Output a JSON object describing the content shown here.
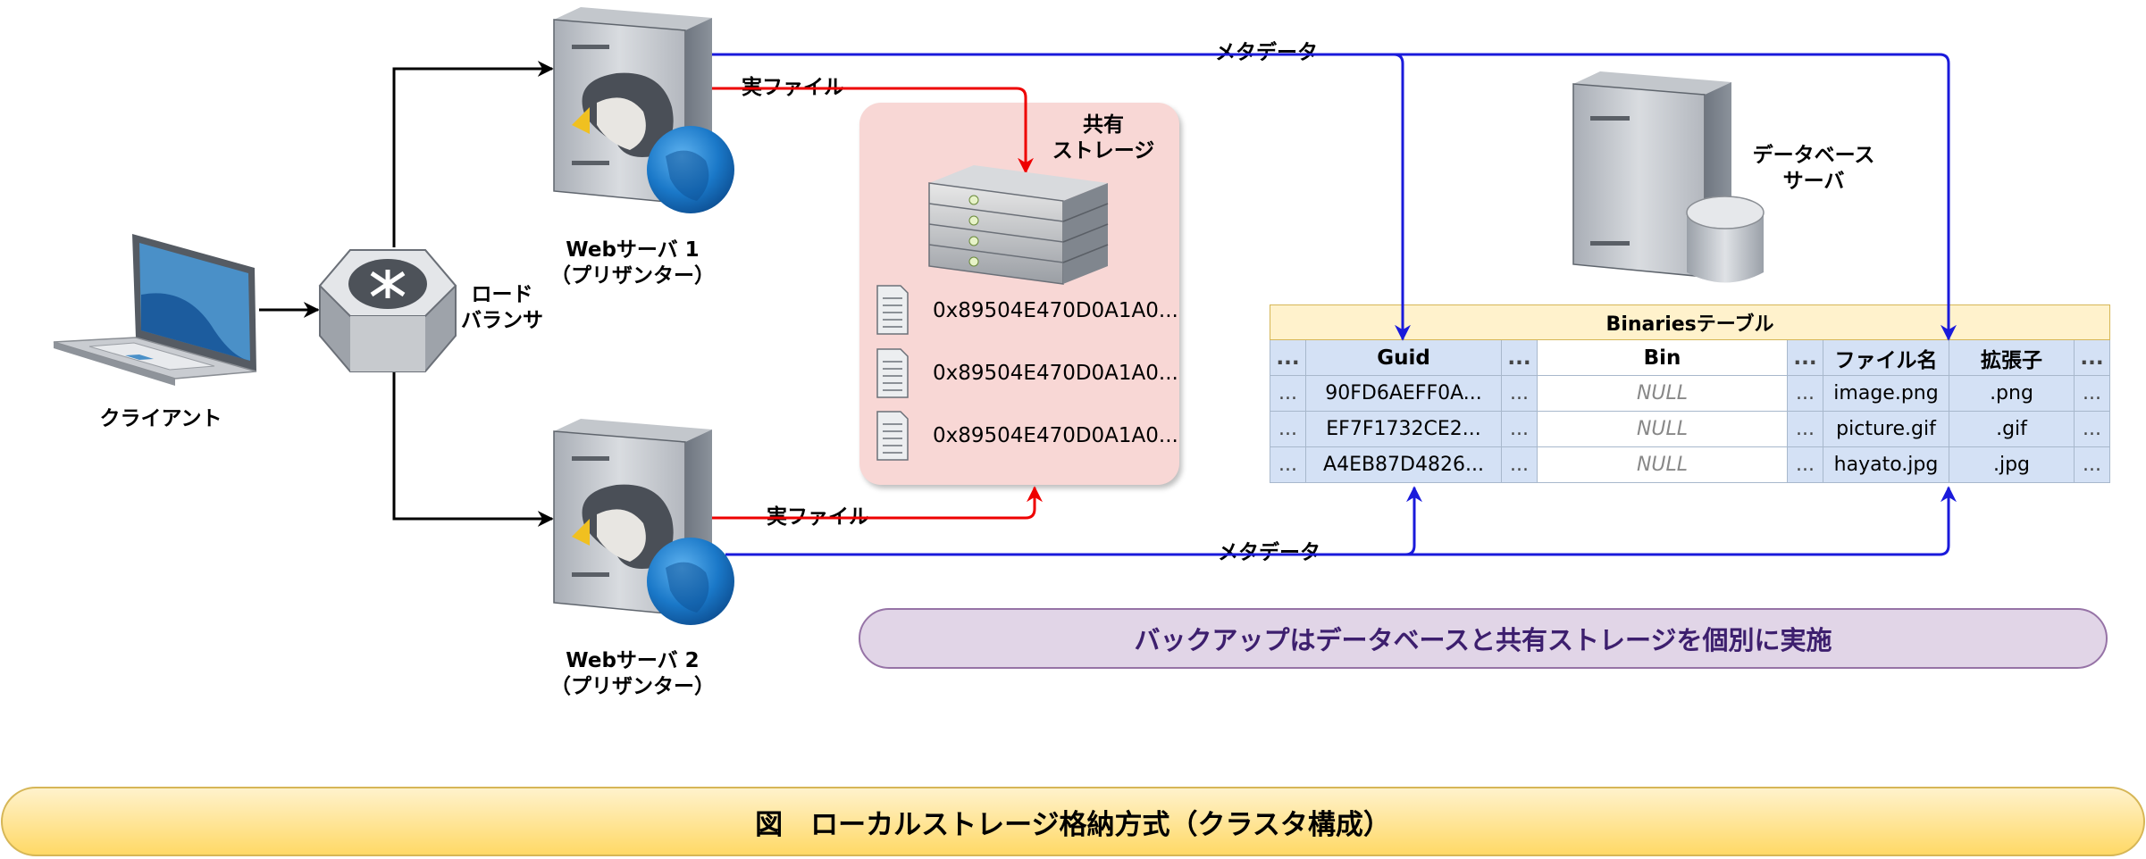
{
  "diagram": {
    "client_label": "クライアント",
    "load_balancer_label": "ロード\nバランサ",
    "web1_label": "Webサーバ 1\n（プリザンター）",
    "web2_label": "Webサーバ 2\n（プリザンター）",
    "storage_label": "共有\nストレージ",
    "db_label": "データベース\nサーバ",
    "edges": {
      "real_file_1": "実ファイル",
      "real_file_2": "実ファイル",
      "metadata_1": "メタデータ",
      "metadata_2": "メタデータ"
    },
    "stored_files": [
      "0x89504E470D0A1A0...",
      "0x89504E470D0A1A0...",
      "0x89504E470D0A1A0..."
    ],
    "note": "バックアップはデータベースと共有ストレージを個別に実施",
    "caption": "図　ローカルストレージ格納方式（クラスタ構成）"
  },
  "table": {
    "title": "Binariesテーブル",
    "ellipsis": "...",
    "headers": [
      "Guid",
      "Bin",
      "ファイル名",
      "拡張子"
    ],
    "rows": [
      [
        "90FD6AEFF0A...",
        "NULL",
        "image.png",
        ".png"
      ],
      [
        "EF7F1732CE2...",
        "NULL",
        "picture.gif",
        ".gif"
      ],
      [
        "A4EB87D4826...",
        "NULL",
        "hayato.jpg",
        ".jpg"
      ]
    ]
  },
  "colors": {
    "real_file_edge": "#ee0000",
    "metadata_edge": "#1a1adb",
    "flow_edge": "#000000",
    "storage_fill": "#f8d7d5",
    "note_fill": "#e1d5e7",
    "caption_fill": "#ffd966"
  }
}
